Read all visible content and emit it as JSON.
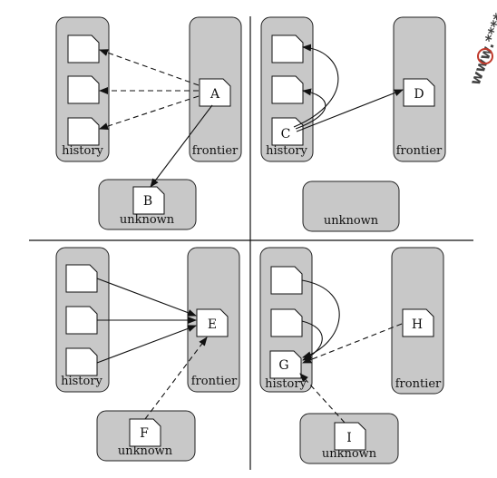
{
  "labels": {
    "history": "history",
    "frontier": "frontier",
    "unknown": "unknown"
  },
  "panels": {
    "p1": {
      "doc_frontier": "A",
      "doc_unknown": "B"
    },
    "p2": {
      "doc_history": "C",
      "doc_frontier": "D"
    },
    "p3": {
      "doc_frontier": "E",
      "doc_unknown": "F"
    },
    "p4": {
      "doc_history": "G",
      "doc_frontier": "H",
      "doc_unknown": "I"
    }
  },
  "watermark": {
    "text": "www.****.com"
  },
  "colors": {
    "box_fill": "#c8c8c8",
    "box_stroke": "#222222",
    "doc_fill": "#ffffff",
    "line": "#111111"
  }
}
